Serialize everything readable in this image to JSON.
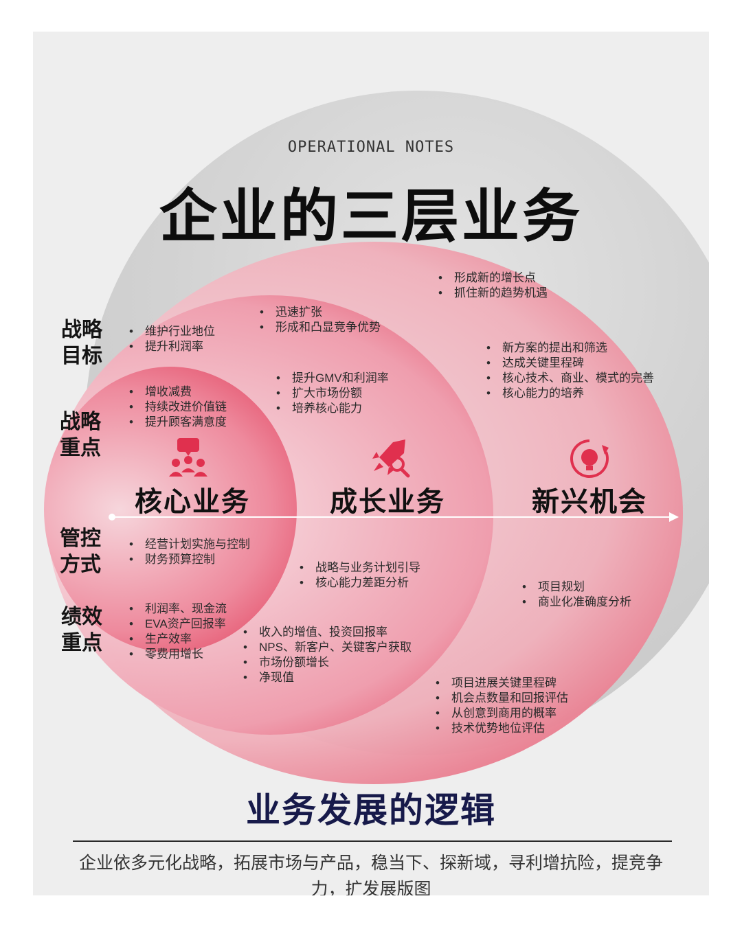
{
  "header": {
    "subtitle": "OPERATIONAL NOTES",
    "title": "企业的三层业务"
  },
  "row_labels": {
    "strategic_goal": [
      "战略",
      "目标"
    ],
    "strategic_focus": [
      "战略",
      "重点"
    ],
    "control_method": [
      "管控",
      "方式"
    ],
    "performance_focus": [
      "绩效",
      "重点"
    ]
  },
  "core": {
    "name": "核心业务",
    "icon": "team-people-icon",
    "goal": [
      "维护行业地位",
      "提升利润率"
    ],
    "focus": [
      "增收减费",
      "持续改进价值链",
      "提升顾客满意度"
    ],
    "control": [
      "经营计划实施与控制",
      "财务预算控制"
    ],
    "performance": [
      "利润率、现金流",
      "EVA资产回报率",
      "生产效率",
      "零费用增长"
    ]
  },
  "growth": {
    "name": "成长业务",
    "icon": "rocket-search-icon",
    "goal": [
      "迅速扩张",
      "形成和凸显竞争优势"
    ],
    "focus": [
      "提升GMV和利润率",
      "扩大市场份额",
      "培养核心能力"
    ],
    "control": [
      "战略与业务计划引导",
      "核心能力差距分析"
    ],
    "performance": [
      "收入的增值、投资回报率",
      "NPS、新客户、关键客户获取",
      "市场份额增长",
      "净现值"
    ]
  },
  "emerging": {
    "name": "新兴机会",
    "icon": "lightbulb-refresh-icon",
    "goal": [
      "形成新的增长点",
      "抓住新的趋势机遇"
    ],
    "focus": [
      "新方案的提出和筛选",
      "达成关键里程碑",
      "核心技术、商业、模式的完善",
      "核心能力的培养"
    ],
    "control": [
      "项目规划",
      "商业化准确度分析"
    ],
    "performance": [
      "项目进展关键里程碑",
      "机会点数量和回报评估",
      "从创意到商用的概率",
      "技术优势地位评估"
    ]
  },
  "footer": {
    "title": "业务发展的逻辑",
    "text": "企业依多元化战略，拓展市场与产品，稳当下、探新域，寻利增抗险，提竞争力，扩发展版图"
  },
  "colors": {
    "accent_red": "#e0304e",
    "footer_title": "#171a4a",
    "card_bg": "#eeeeee"
  }
}
